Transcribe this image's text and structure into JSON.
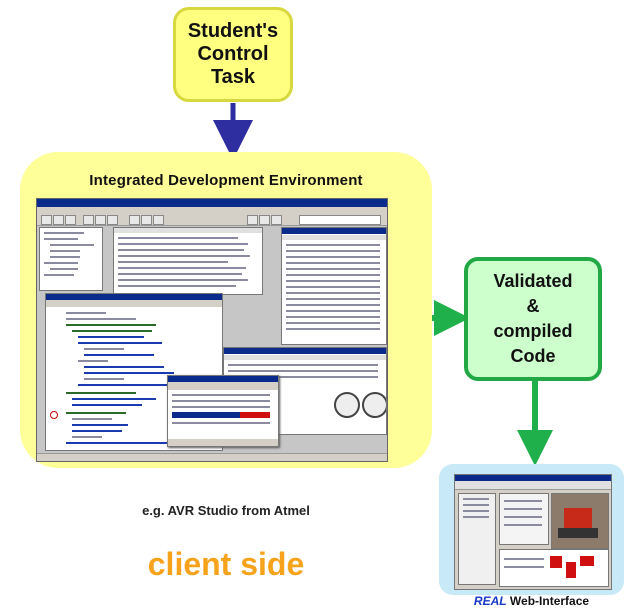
{
  "task_box": {
    "lines": [
      "Student's",
      "Control",
      "Task"
    ]
  },
  "ide": {
    "title": "Integrated Development Environment",
    "example": "e.g. AVR Studio from Atmel",
    "side": "client side"
  },
  "validated_box": {
    "lines": [
      "Validated",
      "&",
      "compiled",
      "Code"
    ]
  },
  "web": {
    "prefix": "REAL",
    "label": " Web-Interface"
  },
  "colors": {
    "task_fill": "#ffff80",
    "ide_fill": "#ffff99",
    "valid_fill": "#ccffcc",
    "valid_border": "#22a845",
    "arrow_blue": "#2e2ea0",
    "arrow_green": "#1fb04c",
    "client_side": "#f7a21b",
    "web_fill": "#c8e9f8"
  }
}
